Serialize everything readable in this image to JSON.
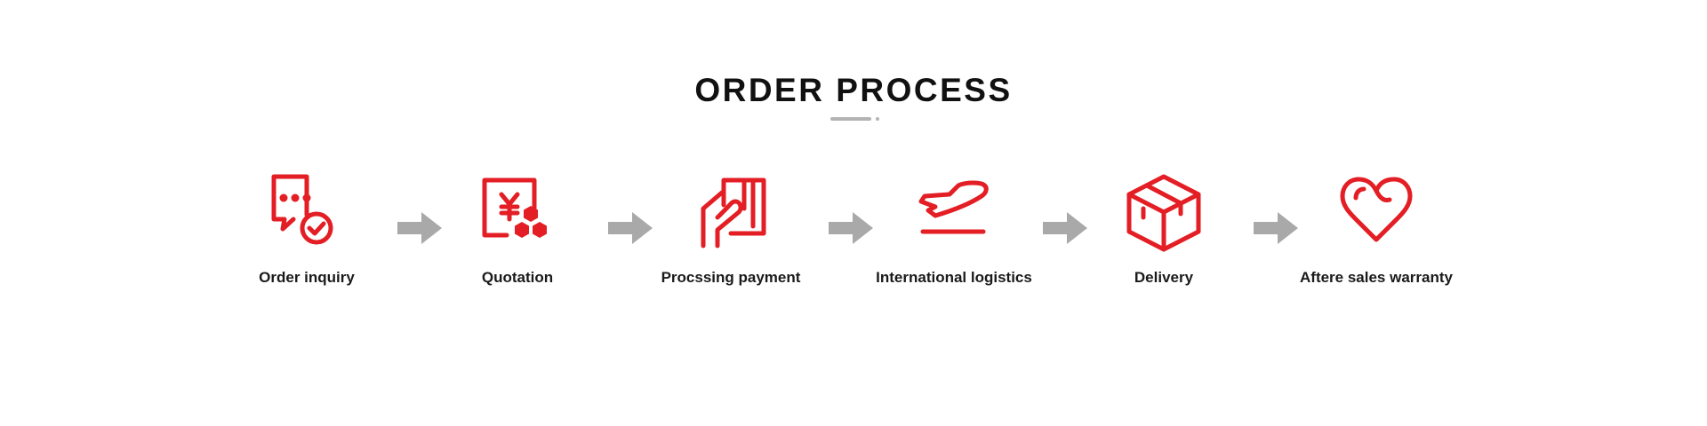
{
  "title": "ORDER PROCESS",
  "colors": {
    "accent": "#e31e24",
    "arrow": "#a9a9a9",
    "divider": "#b3b3b3",
    "text": "#1a1a1a"
  },
  "steps": [
    {
      "label": "Order inquiry",
      "icon": "chat-check-icon"
    },
    {
      "label": "Quotation",
      "icon": "yen-quotation-icon"
    },
    {
      "label": "Procssing payment",
      "icon": "hand-card-icon"
    },
    {
      "label": "International logistics",
      "icon": "airplane-takeoff-icon"
    },
    {
      "label": "Delivery",
      "icon": "package-box-icon"
    },
    {
      "label": "Aftere sales warranty",
      "icon": "heart-icon"
    }
  ],
  "arrow_icon": "right-arrow-icon"
}
